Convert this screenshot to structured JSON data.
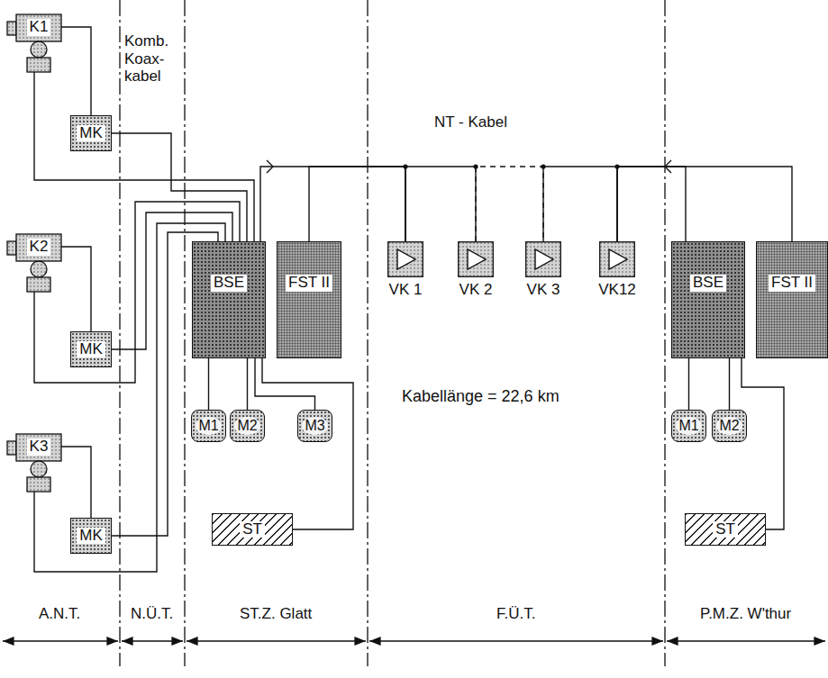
{
  "diagram": {
    "nodes": [
      {
        "text": [
          "K1"
        ]
      },
      {
        "text": [
          "MK"
        ]
      },
      {
        "text": [
          "K2"
        ]
      },
      {
        "text": [
          "MK"
        ]
      },
      {
        "text": [
          "K3"
        ]
      },
      {
        "text": [
          "MK"
        ]
      },
      {
        "text": [
          "BSE"
        ]
      },
      {
        "text": [
          "FST II"
        ]
      },
      {
        "text": [
          "M1"
        ]
      },
      {
        "text": [
          "M2"
        ]
      },
      {
        "text": [
          "M3"
        ]
      },
      {
        "text": [
          "ST"
        ]
      },
      {
        "text": [
          "VK 1"
        ]
      },
      {
        "text": [
          "VK 2"
        ]
      },
      {
        "text": [
          "VK 3"
        ]
      },
      {
        "text": [
          "VK12"
        ]
      },
      {
        "text": [
          "BSE"
        ]
      },
      {
        "text": [
          "FST II"
        ]
      },
      {
        "text": [
          "M1"
        ]
      },
      {
        "text": [
          "M2"
        ]
      },
      {
        "text": [
          "ST"
        ]
      }
    ],
    "edges": [
      {
        "from": 0,
        "to": 1,
        "arrow": "none"
      },
      {
        "from": 0,
        "to": 6,
        "arrow": "none"
      },
      {
        "from": 1,
        "to": 6,
        "arrow": "none"
      },
      {
        "from": 2,
        "to": 3,
        "arrow": "none"
      },
      {
        "from": 2,
        "to": 6,
        "arrow": "none"
      },
      {
        "from": 3,
        "to": 6,
        "arrow": "none"
      },
      {
        "from": 4,
        "to": 5,
        "arrow": "none"
      },
      {
        "from": 4,
        "to": 6,
        "arrow": "none"
      },
      {
        "from": 5,
        "to": 6,
        "arrow": "none"
      },
      {
        "from": 6,
        "to": 8,
        "arrow": "none"
      },
      {
        "from": 6,
        "to": 9,
        "arrow": "none"
      },
      {
        "from": 6,
        "to": 10,
        "arrow": "none"
      },
      {
        "from": 6,
        "to": 11,
        "arrow": "none"
      },
      {
        "from": 6,
        "to": 12,
        "arrow": "none"
      },
      {
        "from": 7,
        "to": 12,
        "arrow": "none"
      },
      {
        "from": 12,
        "to": 13,
        "arrow": "none"
      },
      {
        "from": 13,
        "to": 14,
        "arrow": "none"
      },
      {
        "from": 14,
        "to": 15,
        "arrow": "none"
      },
      {
        "from": 15,
        "to": 16,
        "arrow": "none"
      },
      {
        "from": 15,
        "to": 17,
        "arrow": "none"
      },
      {
        "from": 16,
        "to": 18,
        "arrow": "none"
      },
      {
        "from": 16,
        "to": 19,
        "arrow": "none"
      },
      {
        "from": 16,
        "to": 20,
        "arrow": "none"
      }
    ],
    "labels": [
      "Komb. Koax- kabel",
      "NT - Kabel",
      "Kabellänge = 22,6 km",
      "A.N.T.",
      "N.Ü.T.",
      "ST.Z. Glatt",
      "F.Ü.T.",
      "P.M.Z. W'thur"
    ]
  }
}
